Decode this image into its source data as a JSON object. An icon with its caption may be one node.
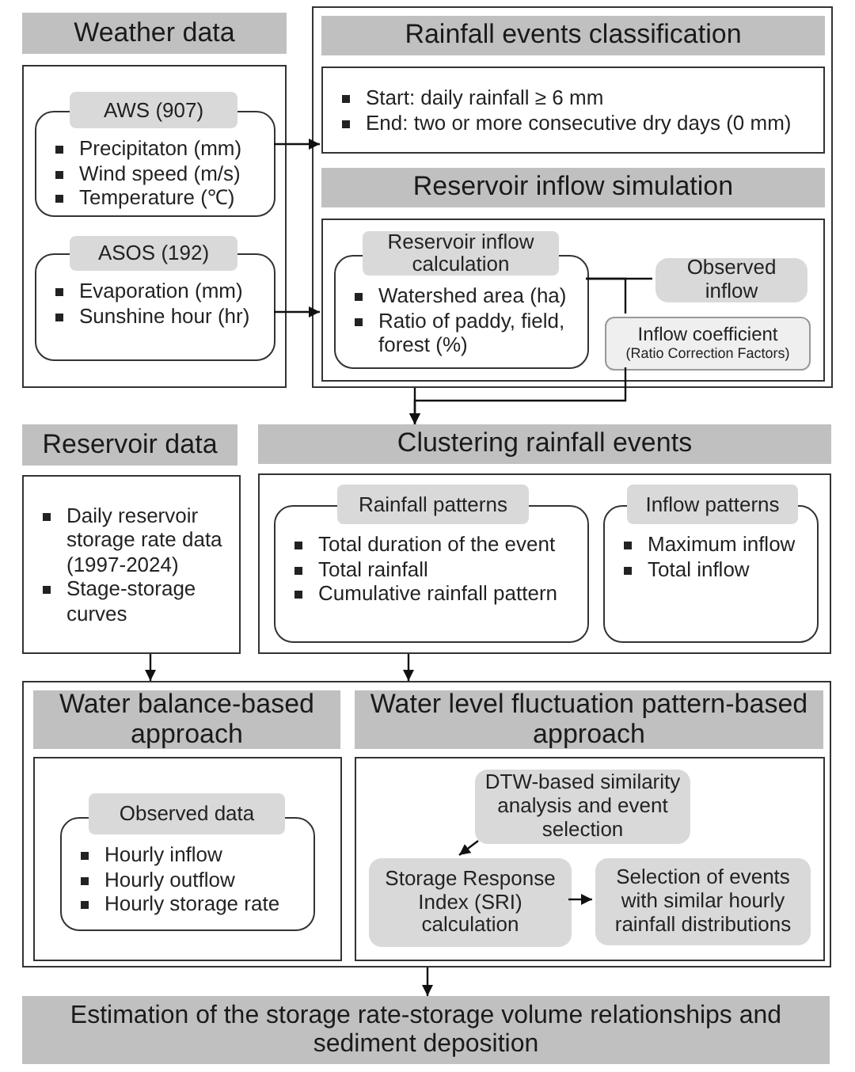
{
  "diagram": {
    "nodes": [
      {
        "text": [
          "Weather data"
        ]
      },
      {
        "text": [],
        "shape": "box"
      },
      {
        "text": [
          "AWS (907)"
        ],
        "in": 1
      },
      {
        "text": [
          "Precipitaton (mm)",
          "Wind speed (m/s)",
          "Temperature (℃)"
        ],
        "in": 1
      },
      {
        "text": [
          "ASOS (192)"
        ],
        "in": 1
      },
      {
        "text": [
          "Evaporation (mm)",
          "Sunshine hour (hr)"
        ],
        "in": 1
      },
      {
        "text": [],
        "shape": "box"
      },
      {
        "text": [
          "Rainfall events classification"
        ],
        "in": 6
      },
      {
        "text": [
          "Start: daily rainfall ≥ 6 mm",
          "End: two or more consecutive dry days (0 mm)"
        ],
        "in": 6
      },
      {
        "text": [
          "Reservoir inflow simulation"
        ],
        "in": 6
      },
      {
        "text": [],
        "shape": "box",
        "in": 6
      },
      {
        "text": [
          "Reservoir inflow calculation"
        ],
        "in": 10
      },
      {
        "text": [
          "Watershed area (ha)",
          "Ratio of paddy, field, forest (%)"
        ],
        "in": 10
      },
      {
        "text": [
          "Observed inflow"
        ],
        "in": 10
      },
      {
        "text": [
          "Inflow coefficient",
          "(Ratio Correction Factors)"
        ],
        "in": 10
      },
      {
        "text": [
          "Reservoir data"
        ]
      },
      {
        "text": [
          "Daily reservoir storage rate data (1997-2024)",
          "Stage-storage curves"
        ]
      },
      {
        "text": [
          "Clustering rainfall events"
        ]
      },
      {
        "text": [],
        "shape": "box"
      },
      {
        "text": [
          "Rainfall patterns"
        ],
        "in": 18
      },
      {
        "text": [
          "Total duration of the event",
          "Total rainfall",
          "Cumulative rainfall pattern"
        ],
        "in": 18
      },
      {
        "text": [
          "Inflow patterns"
        ],
        "in": 18
      },
      {
        "text": [
          "Maximum inflow",
          "Total inflow"
        ],
        "in": 18
      },
      {
        "text": [],
        "shape": "box"
      },
      {
        "text": [
          "Water balance-based approach"
        ],
        "in": 23
      },
      {
        "text": [],
        "shape": "box",
        "in": 23
      },
      {
        "text": [
          "Observed data"
        ],
        "in": 25
      },
      {
        "text": [
          "Hourly inflow",
          "Hourly outflow",
          "Hourly storage rate"
        ],
        "in": 25
      },
      {
        "text": [
          "Water level fluctuation pattern-based approach"
        ],
        "in": 23
      },
      {
        "text": [],
        "shape": "box",
        "in": 23
      },
      {
        "text": [
          "DTW-based similarity analysis and event selection"
        ],
        "in": 29
      },
      {
        "text": [
          "Storage Response Index (SRI) calculation"
        ],
        "in": 29
      },
      {
        "text": [
          "Selection of events with similar hourly rainfall distributions"
        ],
        "in": 29
      },
      {
        "text": [
          "Estimation of the storage rate-storage volume relationships and sediment deposition"
        ]
      }
    ],
    "edges": [
      {
        "from": 3,
        "to": 8,
        "arrow": "to"
      },
      {
        "from": 5,
        "to": 10,
        "arrow": "to"
      },
      {
        "from": 12,
        "to": 13,
        "arrow": "none"
      },
      {
        "from": 12,
        "to": 14,
        "arrow": "none"
      },
      {
        "from": 6,
        "to": 17,
        "arrow": "to"
      },
      {
        "from": 14,
        "to": 17,
        "arrow": "to"
      },
      {
        "from": 16,
        "to": 23,
        "arrow": "to"
      },
      {
        "from": 18,
        "to": 23,
        "arrow": "to"
      },
      {
        "from": 30,
        "to": 31,
        "arrow": "to"
      },
      {
        "from": 31,
        "to": 32,
        "arrow": "to"
      },
      {
        "from": 23,
        "to": 33,
        "arrow": "to"
      }
    ]
  }
}
